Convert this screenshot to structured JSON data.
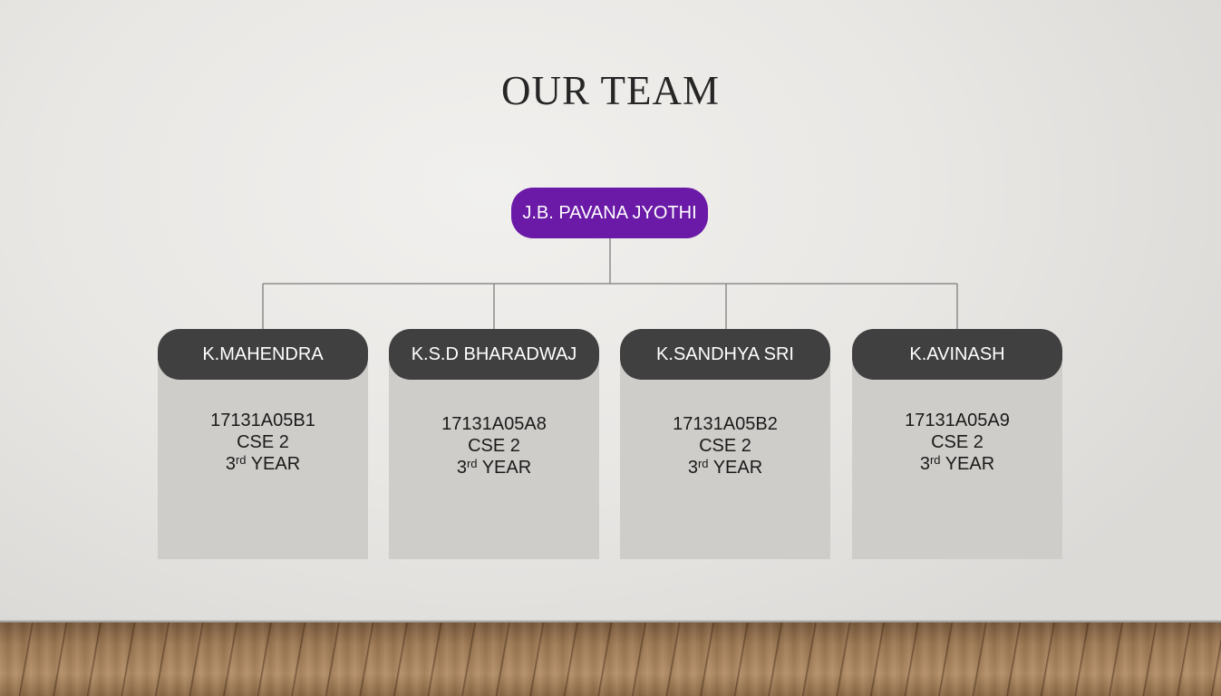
{
  "slide": {
    "title": "OUR TEAM",
    "lead": "J.B. PAVANA JYOTHI",
    "members": [
      {
        "name": "K.MAHENDRA",
        "roll": "17131A05B1",
        "branch": "CSE 2",
        "year_num": "3",
        "year_sup": "rd",
        "year_word": "YEAR"
      },
      {
        "name": "K.S.D BHARADWAJ",
        "roll": "17131A05A8",
        "branch": "CSE 2",
        "year_num": "3",
        "year_sup": "rd",
        "year_word": "YEAR"
      },
      {
        "name": "K.SANDHYA SRI",
        "roll": "17131A05B2",
        "branch": "CSE 2",
        "year_num": "3",
        "year_sup": "rd",
        "year_word": "YEAR"
      },
      {
        "name": "K.AVINASH",
        "roll": "17131A05A9",
        "branch": "CSE 2",
        "year_num": "3",
        "year_sup": "rd",
        "year_word": "YEAR"
      }
    ]
  },
  "colors": {
    "lead_fill": "#6a1aa6",
    "member_header_fill": "#404040",
    "card_fill": "#cfcdca",
    "title_text": "#262626"
  }
}
